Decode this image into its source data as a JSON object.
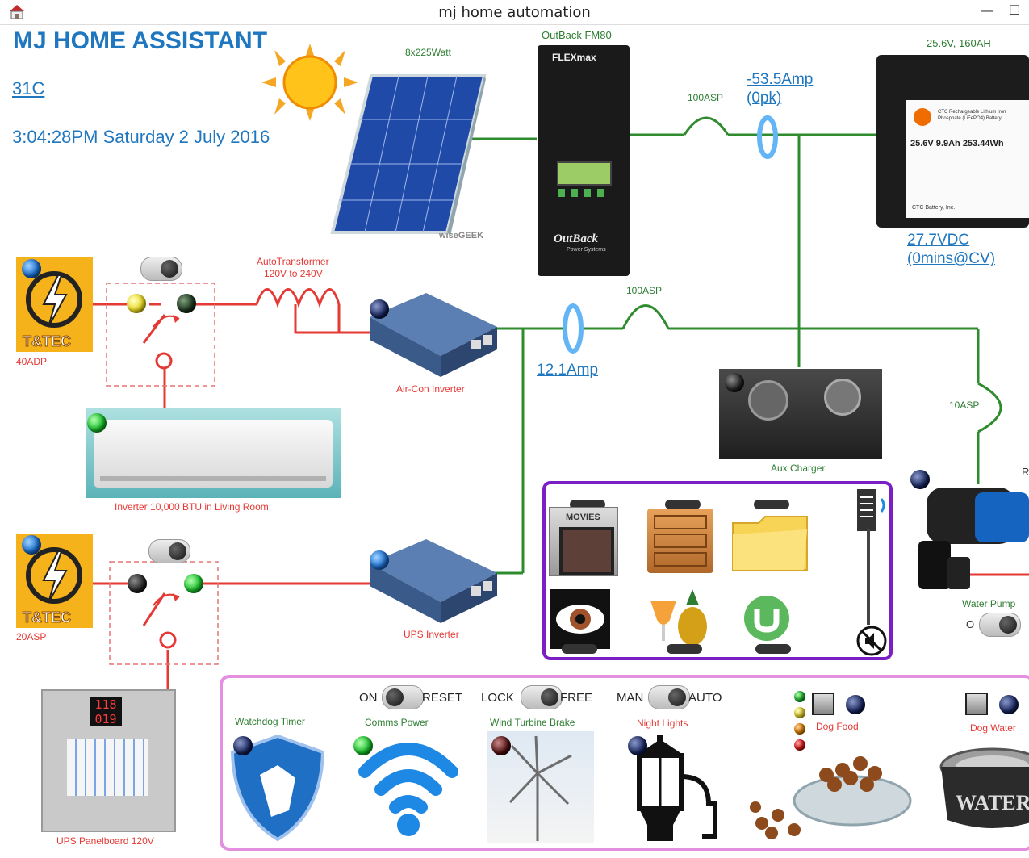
{
  "window": {
    "title": "mj home automation"
  },
  "header": {
    "app_title": "MJ HOME ASSISTANT",
    "temperature": "31C",
    "datetime": "3:04:28PM Saturday 2 July 2016"
  },
  "solar": {
    "panel_label": "8x225Watt",
    "watermark": "wiseGEEK"
  },
  "controller": {
    "label": "OutBack FM80",
    "brand": "FLEXmax",
    "maker": "OutBack",
    "maker_sub": "Power Systems"
  },
  "battery": {
    "label": "25.6V, 160AH",
    "voltage": "27.7VDC",
    "cv_status": "(0mins@CV)",
    "sticker_line1": "CTC Rechargeable Lithium Iron",
    "sticker_line2": "Phosphate (LiFePO4) Battery",
    "sticker_spec": "25.6V  9.9Ah  253.44Wh",
    "sticker_maker": "CTC Battery, Inc."
  },
  "main_bus": {
    "breaker": "100ASP",
    "current": "-53.5Amp",
    "peak": "(0pk)"
  },
  "ac_bus": {
    "breaker": "100ASP",
    "current": "12.1Amp"
  },
  "pump_branch": {
    "breaker": "10ASP"
  },
  "autotransformer": {
    "label": "AutoTransformer",
    "ratio": "120V to 240V"
  },
  "aircon_circuit": {
    "breaker": "40ADP",
    "inverter_label": "Air-Con Inverter",
    "unit_label": "Inverter 10,000 BTU in Living Room"
  },
  "ups_circuit": {
    "breaker": "20ASP",
    "inverter_label": "UPS Inverter",
    "panel_label": "UPS Panelboard 120V",
    "display_top": "118",
    "display_bottom": "019"
  },
  "ttec_logo": "T&TEC",
  "aux_charger": {
    "label": "Aux Charger"
  },
  "water_pump": {
    "label": "Water Pump",
    "switch_left": "O",
    "cut_label": "R"
  },
  "media_panel": {
    "movies_label": "MOVIES"
  },
  "controls": {
    "watchdog": {
      "label": "Watchdog Timer"
    },
    "comms": {
      "label": "Comms Power",
      "left": "ON",
      "right": "RESET"
    },
    "wind": {
      "label": "Wind Turbine Brake",
      "left": "LOCK",
      "right": "FREE"
    },
    "lights": {
      "label": "Night Lights",
      "left": "MAN",
      "right": "AUTO"
    },
    "dog_food": {
      "label": "Dog Food"
    },
    "dog_water": {
      "label": "Dog Water",
      "bowl_text": "WATER"
    }
  },
  "colors": {
    "title_blue": "#1f77c0",
    "wire_green": "#2e8b2e",
    "wire_red": "#e53935",
    "media_border": "#7b1fc4",
    "controls_border": "#e58fe0"
  }
}
